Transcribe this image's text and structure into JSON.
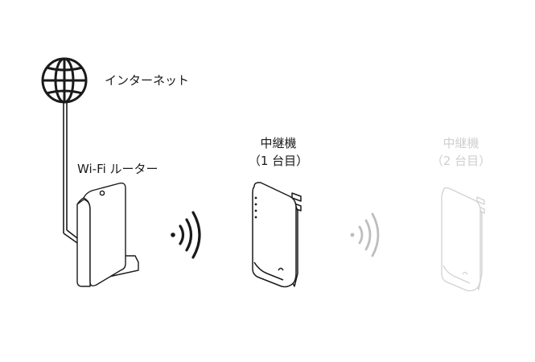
{
  "internet": {
    "label": "インターネット",
    "icon": "globe-icon"
  },
  "router": {
    "label": "Wi-Fi ルーター",
    "icon": "router-device-icon"
  },
  "repeater1": {
    "title": "中継機",
    "count": "（1 台目）",
    "icon": "repeater-device-icon"
  },
  "repeater2": {
    "title": "中継機",
    "count": "（2 台目）",
    "icon": "repeater-device-faded-icon"
  },
  "colors": {
    "stroke": "#1a1a1a",
    "faded": "#cfcfcf",
    "mid": "#bdbdbd"
  }
}
